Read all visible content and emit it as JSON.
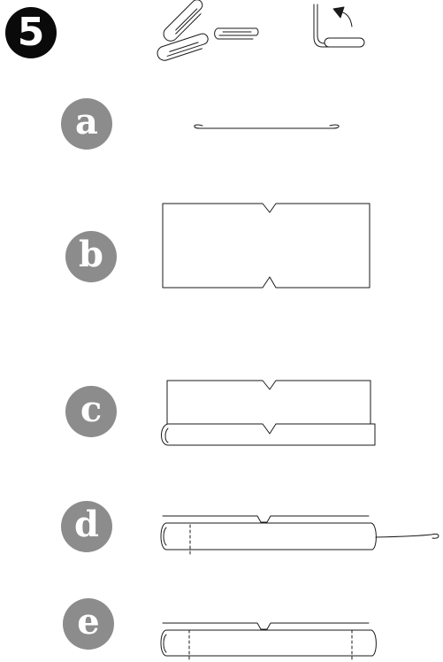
{
  "step": {
    "number": "5"
  },
  "substeps": [
    {
      "letter": "a"
    },
    {
      "letter": "b"
    },
    {
      "letter": "c"
    },
    {
      "letter": "d"
    },
    {
      "letter": "e"
    }
  ],
  "colors": {
    "step_badge": "#0a0a0a",
    "letter_badge": "#8c8c8c",
    "line": "#1a1a1a"
  },
  "icons": [
    "paper-clips-icon",
    "unbent-clip-icon",
    "curved-arrow-icon"
  ]
}
